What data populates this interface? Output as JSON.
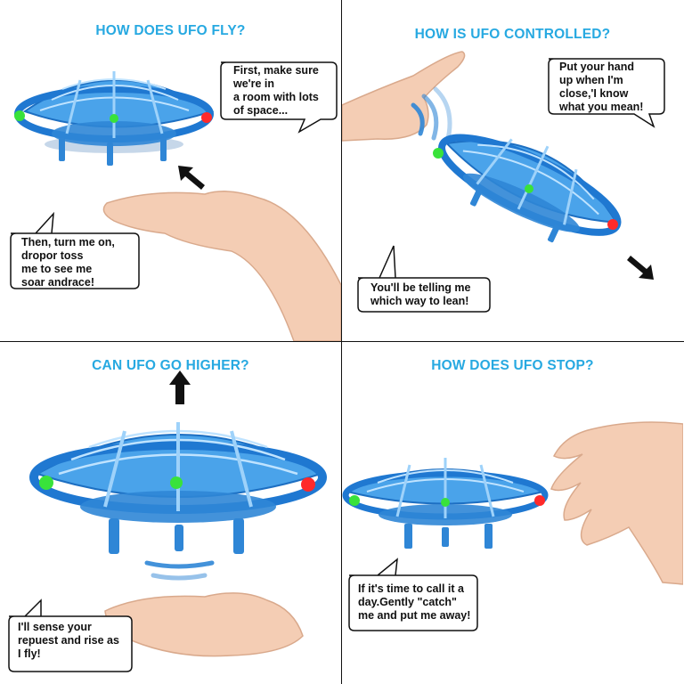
{
  "panels": [
    {
      "title": "HOW DOES UFO FLY?",
      "bubbles": [
        {
          "lines": [
            "First, make sure",
            "we're in",
            "a room with lots",
            "of space..."
          ]
        },
        {
          "lines": [
            "Then, turn me on,",
            "dropor toss",
            "me to see me",
            "soar andrace!"
          ]
        }
      ]
    },
    {
      "title": "HOW IS UFO CONTROLLED?",
      "bubbles": [
        {
          "lines": [
            "Put your hand",
            "up when I'm",
            "close,'I know",
            "what you mean!"
          ]
        },
        {
          "lines": [
            "You'll be telling me",
            "which way to lean!"
          ]
        }
      ]
    },
    {
      "title": "CAN UFO GO HIGHER?",
      "bubbles": [
        {
          "lines": [
            "I'll sense your",
            "repuest and rise as",
            "I fly!"
          ]
        }
      ]
    },
    {
      "title": "HOW DOES UFO STOP?",
      "bubbles": [
        {
          "lines": [
            "If it's time to call it a",
            "day.Gently \"catch\"",
            "me and put me away!"
          ]
        }
      ]
    }
  ],
  "colors": {
    "title": "#27a9e1",
    "ufo": "#2f86d6",
    "ufo_light": "#7cc4f5",
    "led_green": "#39e23a",
    "led_red": "#ff2a2a",
    "skin": "#f4cdb4"
  },
  "icons": [
    "ufo-drone-icon",
    "hand-icon",
    "arrow-icon",
    "motion-lines-icon"
  ]
}
